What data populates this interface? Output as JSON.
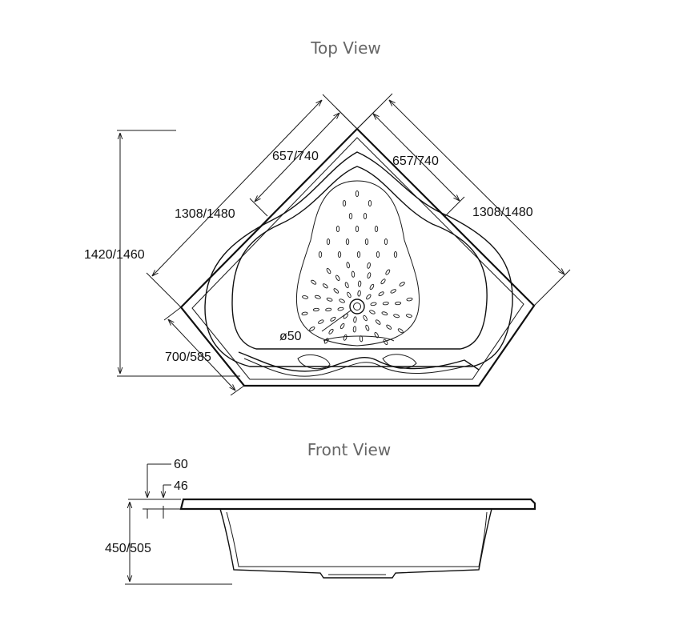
{
  "views": {
    "top": {
      "title": "Top View",
      "dims": {
        "left_outer": "1308/1480",
        "left_inner": "657/740",
        "right_inner": "657/740",
        "right_outer": "1308/1480",
        "height": "1420/1460",
        "front_edge": "700/585",
        "drain": "ø50"
      }
    },
    "front": {
      "title": "Front View",
      "dims": {
        "rim": "60",
        "lip": "46",
        "height": "450/505"
      }
    }
  },
  "colors": {
    "line": "#1a1a1a",
    "title": "#666666",
    "text": "#111111"
  }
}
